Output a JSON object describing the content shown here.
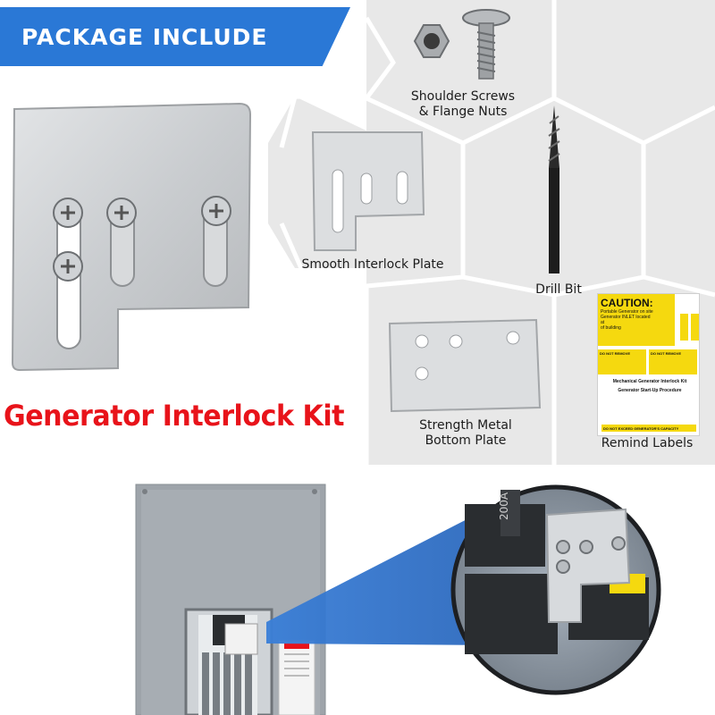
{
  "banner": {
    "title": "PACKAGE INCLUDE"
  },
  "headline": "Generator Interlock Kit",
  "items": {
    "screws": "Shoulder Screws\n& Flange Nuts",
    "smooth_plate": "Smooth Interlock Plate",
    "drill_bit": "Drill Bit",
    "strength_plate": "Strength Metal\nBottom Plate",
    "labels": "Remind Labels"
  },
  "remind_label": {
    "caution": "CAUTION:",
    "lines": [
      "Portable Generator on site",
      "Generator INLET located",
      "at",
      "of building"
    ],
    "warn_left": "DO NOT REMOVE",
    "warn_right": "DO NOT REMOVE",
    "kit_title": "Mechanical Generator Interlock Kit",
    "procedure": "Generator Start-Up Procedure",
    "footer": "DO NOT EXCEED GENERATOR'S CAPACITY"
  },
  "panel": {
    "breaker_label": "200A"
  },
  "colors": {
    "banner": "#2a78d6",
    "headline": "#e8131a",
    "hex_bg": "#e9e9e9",
    "hex_line": "#ffffff",
    "caution": "#f5d90f"
  }
}
